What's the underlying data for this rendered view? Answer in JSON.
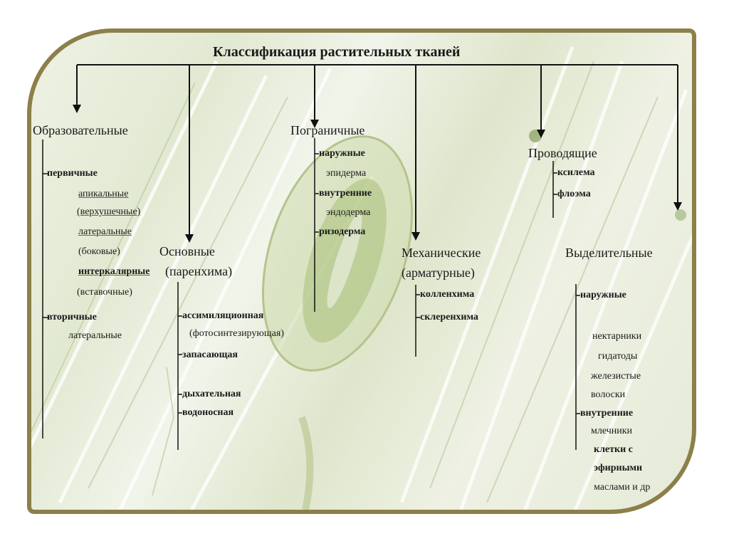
{
  "title": "Классификация растительных тканей",
  "groups": {
    "meristem": {
      "heading": "Образовательные",
      "primary": "первичные",
      "apical": "апикальные",
      "apical_note": "(верхушечные)",
      "lateral": "латеральные",
      "lateral_note": "(боковые)",
      "intercalary": "интеркалярные",
      "intercalary_note": "(вставочные)",
      "secondary": "вторичные",
      "secondary_lateral": "латеральные"
    },
    "ground": {
      "heading": "Основные",
      "heading_note": "(паренхима)",
      "assim": "ассимиляционная",
      "assim_note": "(фотосинтезирующая)",
      "storage": "запасающая",
      "aerenchyma": "дыхательная",
      "water": "водоносная"
    },
    "border": {
      "heading": "Пограничные",
      "outer": "наружные",
      "epidermis": "эпидерма",
      "inner": "внутренние",
      "endodermis": "эндодерма",
      "rhizodermis": "ризодерма"
    },
    "mechanical": {
      "heading": "Механические",
      "heading_note": "(арматурные)",
      "collenchyma": "колленхима",
      "sclerenchyma": "склеренхима"
    },
    "conducting": {
      "heading": "Проводящие",
      "xylem": "ксилема",
      "phloem": "флоэма"
    },
    "secretory": {
      "heading": "Выделительные",
      "outer": "наружные",
      "nectaries": "нектарники",
      "hydathodes": "гидатоды",
      "glandular": "железистые",
      "hairs": "волоски",
      "inner": "внутренние",
      "laticifers": "млечники",
      "cells_with": "клетки с",
      "essential": "эфирными",
      "oils": "маслами и др"
    }
  },
  "colors": {
    "frame": "#8c7f4a",
    "line": "#111111"
  }
}
